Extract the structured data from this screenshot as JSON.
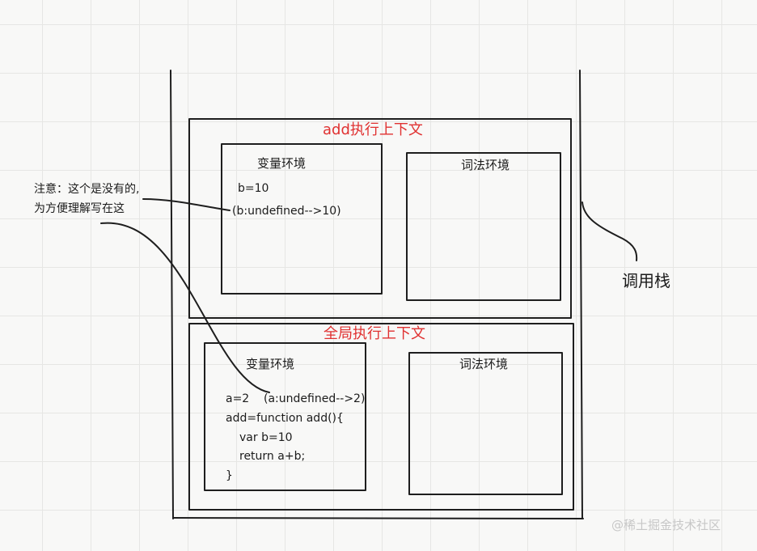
{
  "add_context": {
    "title": "add执行上下文",
    "variable_env": {
      "title": "变量环境",
      "lines": [
        "b=10",
        "(b:undefined-->10)"
      ]
    },
    "lexical_env": {
      "title": "词法环境"
    }
  },
  "global_context": {
    "title": "全局执行上下文",
    "variable_env": {
      "title": "变量环境",
      "lines": [
        "a=2    (a:undefined-->2)",
        "add=function add(){",
        "var b=10",
        "return a+b;",
        "}"
      ]
    },
    "lexical_env": {
      "title": "词法环境"
    }
  },
  "note": {
    "lines": [
      "注意：这个是没有的,",
      "为方便理解写在这"
    ]
  },
  "stack_label": "调用栈",
  "watermark": "@稀土掘金技术社区",
  "colors": {
    "context_title": "#e03131",
    "stroke": "#1e1e1e",
    "watermark": "#c7c7c7"
  }
}
